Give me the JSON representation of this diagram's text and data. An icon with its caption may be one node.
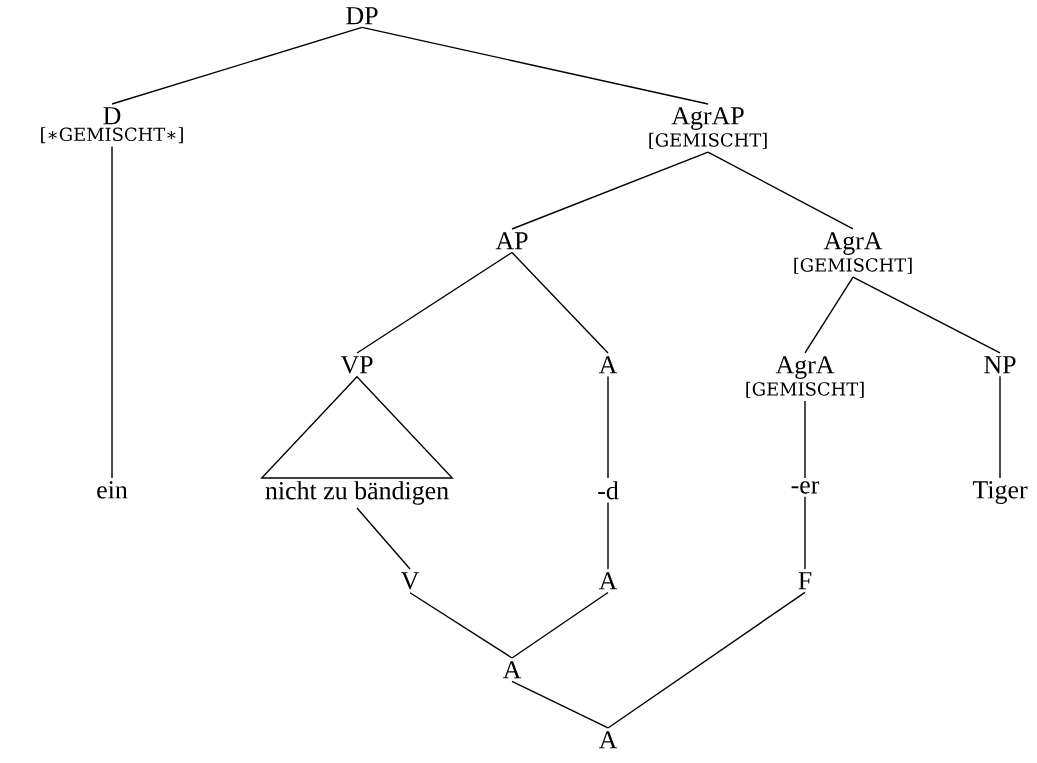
{
  "diagram": {
    "nodes": [
      {
        "text": [
          "DP"
        ]
      },
      {
        "text": [
          "D",
          "[∗GEMISCHT∗]"
        ]
      },
      {
        "text": [
          "AgrAP",
          "[GEMISCHT]"
        ]
      },
      {
        "text": [
          "AP"
        ]
      },
      {
        "text": [
          "AgrA",
          "[GEMISCHT]"
        ]
      },
      {
        "text": [
          "VP"
        ]
      },
      {
        "text": [
          "A"
        ]
      },
      {
        "text": [
          "AgrA",
          "[GEMISCHT]"
        ]
      },
      {
        "text": [
          "NP"
        ]
      },
      {
        "text": [
          "ein"
        ]
      },
      {
        "text": [
          "nicht zu bändigen"
        ]
      },
      {
        "text": [
          "-d"
        ]
      },
      {
        "text": [
          "-er"
        ]
      },
      {
        "text": [
          "Tiger"
        ]
      },
      {
        "text": [
          "V"
        ]
      },
      {
        "text": [
          "A"
        ]
      },
      {
        "text": [
          "F"
        ]
      },
      {
        "text": [
          "A"
        ]
      },
      {
        "text": [
          "A"
        ]
      }
    ],
    "edges": [
      {
        "from": 0,
        "to": 1,
        "arrow": "none"
      },
      {
        "from": 0,
        "to": 2,
        "arrow": "none"
      },
      {
        "from": 1,
        "to": 9,
        "arrow": "none"
      },
      {
        "from": 2,
        "to": 3,
        "arrow": "none"
      },
      {
        "from": 2,
        "to": 4,
        "arrow": "none"
      },
      {
        "from": 3,
        "to": 5,
        "arrow": "none"
      },
      {
        "from": 3,
        "to": 6,
        "arrow": "none"
      },
      {
        "from": 4,
        "to": 7,
        "arrow": "none"
      },
      {
        "from": 4,
        "to": 8,
        "arrow": "none"
      },
      {
        "from": 5,
        "to": 10,
        "arrow": "none"
      },
      {
        "from": 6,
        "to": 11,
        "arrow": "none"
      },
      {
        "from": 7,
        "to": 12,
        "arrow": "none"
      },
      {
        "from": 8,
        "to": 13,
        "arrow": "none"
      },
      {
        "from": 10,
        "to": 14,
        "arrow": "none"
      },
      {
        "from": 11,
        "to": 15,
        "arrow": "none"
      },
      {
        "from": 12,
        "to": 16,
        "arrow": "none"
      },
      {
        "from": 14,
        "to": 17,
        "arrow": "none"
      },
      {
        "from": 15,
        "to": 17,
        "arrow": "none"
      },
      {
        "from": 17,
        "to": 18,
        "arrow": "none"
      },
      {
        "from": 16,
        "to": 18,
        "arrow": "none"
      }
    ]
  }
}
